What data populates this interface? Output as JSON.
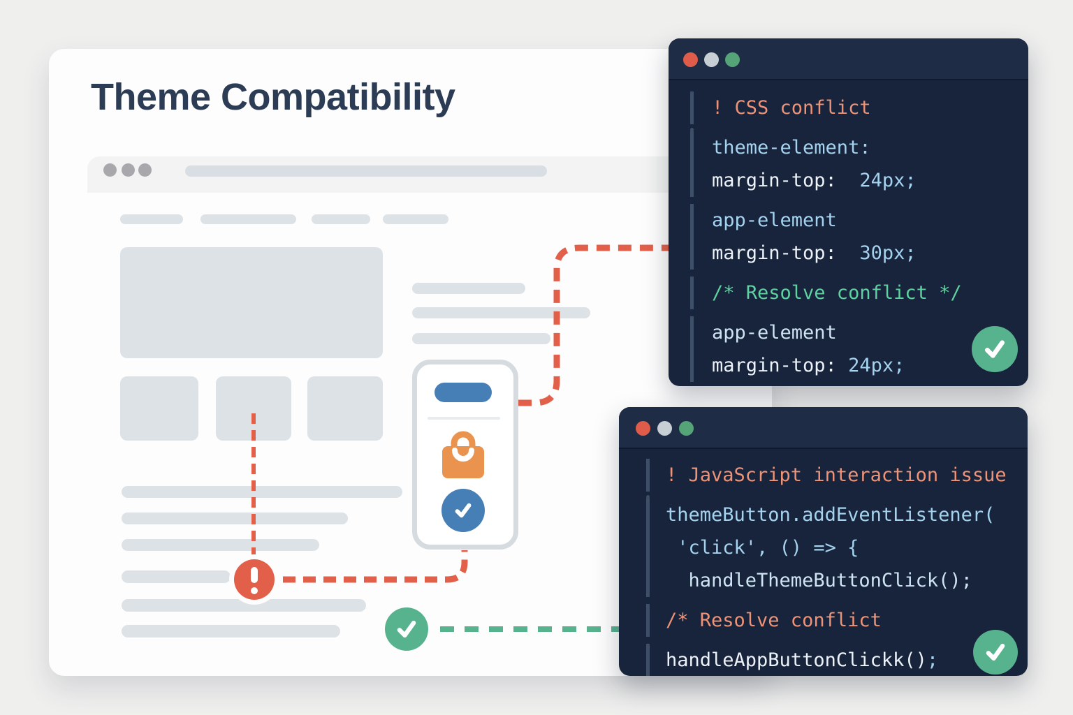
{
  "page": {
    "title": "Theme Compatibility"
  },
  "palette": {
    "bg": "#efefee",
    "card": "#fdfdfd",
    "title": "#2c3c55",
    "mockbar": "#f2f3f2",
    "dot": "#a8a8ac",
    "wire": "#dde2e7",
    "wire2": "#d8dee3",
    "phoneb": "#d6dbe0",
    "blue": "#467fb5",
    "orange": "#e9934f",
    "redor": "#e2604a",
    "green": "#57b28e",
    "winbg": "#17243b",
    "winbar": "#1e2c45",
    "gutter": "#3e5069",
    "light_red": "#df5c4a",
    "light_gray": "#c7ced4",
    "light_green": "#55a477",
    "code": {
      "salmon": "#ee9377",
      "blue": "#a5d3ef",
      "white": "#ecf2f7",
      "paleblue": "#cfe4f3",
      "green": "#5ed2a0"
    }
  },
  "icons": {
    "traffic_lights": [
      "close-icon",
      "minimize-icon",
      "zoom-icon"
    ],
    "phone": [
      "primary-button",
      "shopping-bag-icon",
      "check-icon"
    ],
    "status": [
      "alert-exclamation-icon",
      "success-check-icon"
    ]
  },
  "code_windows": {
    "css": {
      "badge_icon": "check-icon",
      "blocks": [
        {
          "gutter": "alert",
          "lines": [
            [
              {
                "t": "! CSS conflict",
                "c": "salmon"
              }
            ]
          ]
        },
        {
          "gutter": "bar",
          "lines": [
            [
              {
                "t": "theme-element:",
                "c": "blue"
              }
            ],
            [
              {
                "t": "margin-top:  ",
                "c": "white"
              },
              {
                "t": "24px;",
                "c": "blue"
              }
            ]
          ]
        },
        {
          "gutter": "bar",
          "lines": [
            [
              {
                "t": "app-element",
                "c": "blue"
              }
            ],
            [
              {
                "t": "margin-top:  ",
                "c": "white"
              },
              {
                "t": "30px;",
                "c": "blue"
              }
            ]
          ]
        },
        {
          "gutter": "bar",
          "lines": [
            [
              {
                "t": "/* Resolve conflict */",
                "c": "green"
              }
            ]
          ]
        },
        {
          "gutter": "bar",
          "lines": [
            [
              {
                "t": "app-element",
                "c": "paleblue"
              }
            ],
            [
              {
                "t": "margin-top: ",
                "c": "white"
              },
              {
                "t": "24px;",
                "c": "blue"
              }
            ]
          ]
        }
      ]
    },
    "js": {
      "badge_icon": "check-icon",
      "blocks": [
        {
          "gutter": "alert",
          "lines": [
            [
              {
                "t": "! JavaScript interaction issue",
                "c": "salmon"
              }
            ]
          ]
        },
        {
          "gutter": "bar",
          "lines": [
            [
              {
                "t": "themeButton.addEventListener(",
                "c": "blue"
              }
            ],
            [
              {
                "t": " 'click', () => {",
                "c": "blue"
              }
            ],
            [
              {
                "t": "  handleThemeButtonClick();",
                "c": "paleblue"
              }
            ]
          ]
        },
        {
          "gutter": "bar",
          "lines": [
            [
              {
                "t": "/* Resolve conflict",
                "c": "salmon"
              }
            ]
          ]
        },
        {
          "gutter": "bar",
          "lines": [
            [
              {
                "t": "handleAppButtonClickk()",
                "c": "white"
              },
              {
                "t": ";",
                "c": "blue"
              }
            ]
          ]
        }
      ]
    }
  }
}
